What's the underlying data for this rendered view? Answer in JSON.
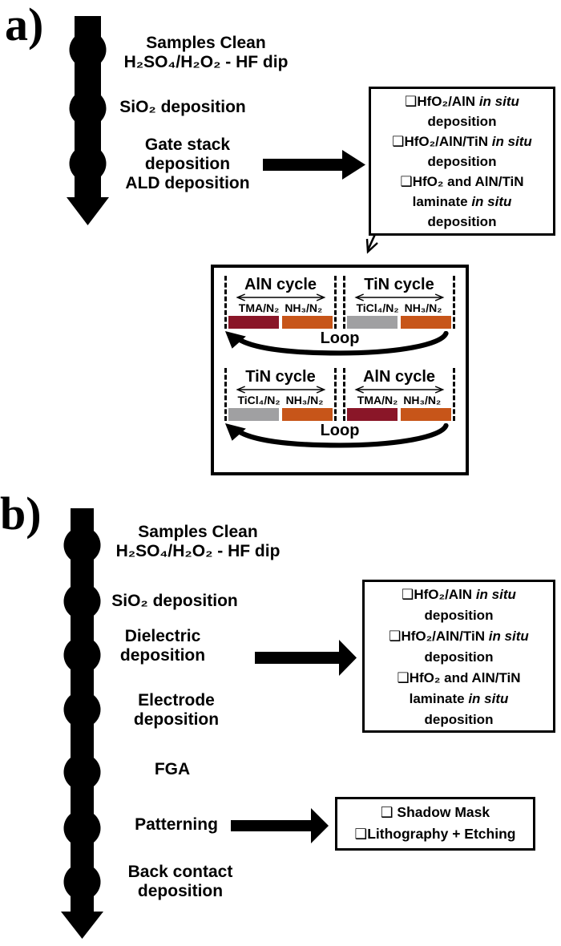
{
  "panel_a": {
    "label": "a)",
    "steps": [
      {
        "lines": [
          "Samples Clean",
          "H₂SO₄/H₂O₂ - HF dip"
        ]
      },
      {
        "lines": [
          "SiO₂ deposition"
        ]
      },
      {
        "lines": [
          "Gate stack",
          "deposition",
          "ALD deposition"
        ]
      }
    ]
  },
  "ald_box": {
    "options": [
      {
        "head": "❑HfO₂/AlN",
        "italic": "in situ",
        "tail": "deposition"
      },
      {
        "head": "❑HfO₂/AlN/TiN",
        "italic": "in situ",
        "tail": "deposition"
      },
      {
        "head": "❑HfO₂ and AlN/TiN",
        "mid": "laminate",
        "italic": "in situ",
        "tail": "deposition"
      }
    ]
  },
  "cycle_box": {
    "rows": [
      {
        "loop_label": "Loop",
        "groups": [
          {
            "title": "AlN cycle",
            "steps": [
              {
                "label": "TMA/N₂",
                "color": "#8A1628"
              },
              {
                "label": "NH₃/N₂",
                "color": "#C75519"
              }
            ]
          },
          {
            "title": "TiN cycle",
            "steps": [
              {
                "label": "TiCl₄/N₂",
                "color": "#A0A0A2"
              },
              {
                "label": "NH₃/N₂",
                "color": "#C75519"
              }
            ]
          }
        ]
      },
      {
        "loop_label": "Loop",
        "groups": [
          {
            "title": "TiN cycle",
            "steps": [
              {
                "label": "TiCl₄/N₂",
                "color": "#A0A0A2"
              },
              {
                "label": "NH₃/N₂",
                "color": "#C75519"
              }
            ]
          },
          {
            "title": "AlN cycle",
            "steps": [
              {
                "label": "TMA/N₂",
                "color": "#8A1628"
              },
              {
                "label": "NH₃/N₂",
                "color": "#C75519"
              }
            ]
          }
        ]
      }
    ]
  },
  "panel_b": {
    "label": "b)",
    "steps": [
      {
        "lines": [
          "Samples Clean",
          "H₂SO₄/H₂O₂ - HF dip"
        ]
      },
      {
        "lines": [
          "SiO₂ deposition"
        ]
      },
      {
        "lines": [
          "Dielectric",
          "deposition"
        ]
      },
      {
        "lines": [
          "Electrode",
          "deposition"
        ]
      },
      {
        "lines": [
          "FGA"
        ]
      },
      {
        "lines": [
          "Patterning"
        ]
      },
      {
        "lines": [
          "Back contact",
          "deposition"
        ]
      }
    ]
  },
  "patterning_box": {
    "options": [
      "❑ Shadow Mask",
      "❑Lithography + Etching"
    ]
  },
  "colors": {
    "aln_precursor": "#8A1628",
    "nitridation": "#C75519",
    "tin_precursor": "#A0A0A2",
    "ink": "#000000"
  }
}
